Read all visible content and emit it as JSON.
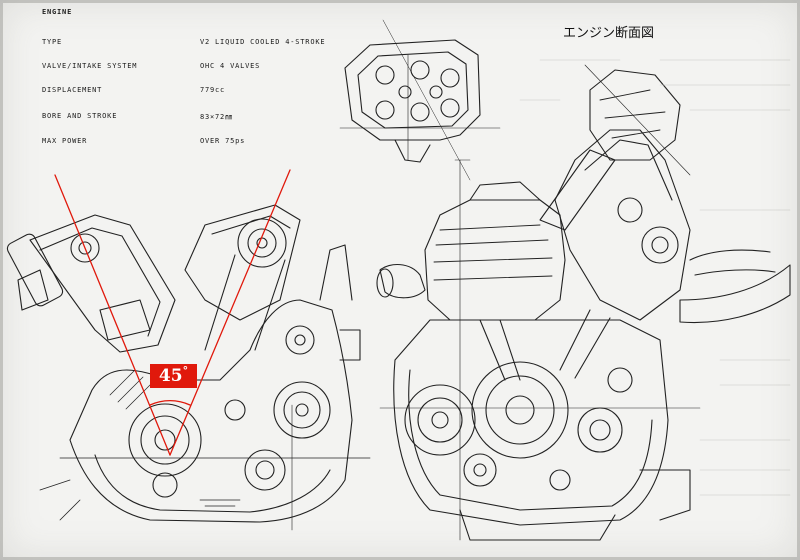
{
  "specs": {
    "heading": "ENGINE",
    "rows": [
      {
        "label": "TYPE",
        "value": "V2 LIQUID COOLED 4-STROKE"
      },
      {
        "label": "VALVE/INTAKE SYSTEM",
        "value": "OHC 4 VALVES"
      },
      {
        "label": "DISPLACEMENT",
        "value": "779cc"
      },
      {
        "label": "BORE AND STROKE",
        "value": "83×72㎜"
      },
      {
        "label": "MAX POWER",
        "value": "OVER 75ps"
      }
    ]
  },
  "title_jp": "エンジン断面図",
  "angle_label": {
    "value": "45",
    "unit": "°"
  },
  "colors": {
    "annotation_red": "#e0190c",
    "line_ink": "#222222",
    "paper": "#f3f3f1"
  }
}
